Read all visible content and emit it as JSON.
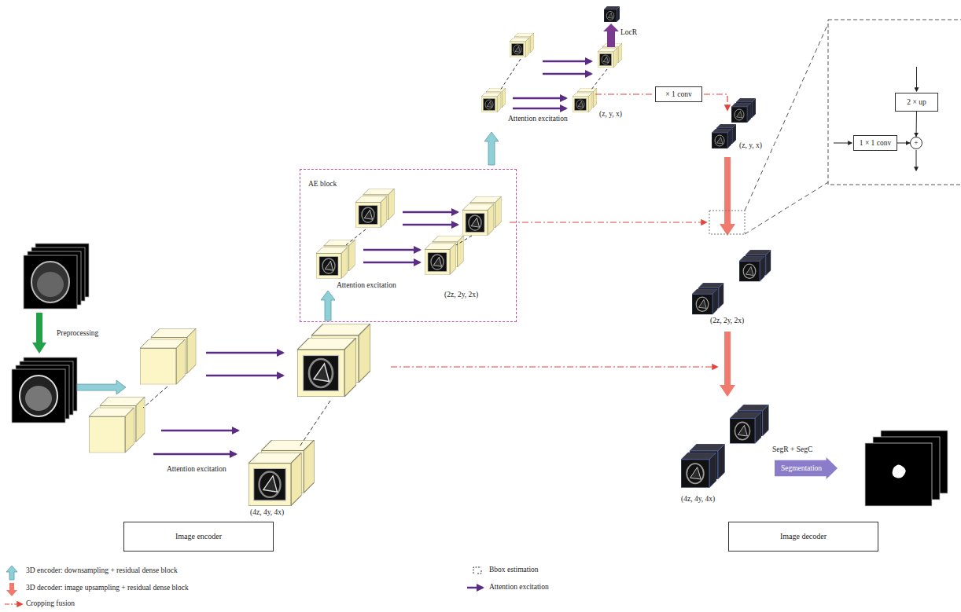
{
  "diagram": {
    "nodes": [
      {
        "text": [
          "AE block",
          "Attention excitation",
          "(2z, 2y, 2x)"
        ]
      },
      {
        "text": [
          "× 1 conv"
        ]
      },
      {
        "text": [
          "2 × up"
        ]
      },
      {
        "text": [
          "1 × 1 conv"
        ]
      },
      {
        "text": [
          "+"
        ]
      },
      {
        "text": [
          "Segmentation"
        ]
      },
      {
        "text": [
          "Image encoder"
        ]
      },
      {
        "text": [
          "Image decoder"
        ]
      }
    ],
    "edges": [
      {
        "from": 2,
        "to": 4,
        "arrow": "to"
      },
      {
        "from": 3,
        "to": 4,
        "arrow": "to"
      }
    ],
    "labels": [
      "Preprocessing",
      "Attention excitation",
      "(4z, 4y, 4x)",
      "Attention excitation",
      "(z, y, x)",
      "LocR",
      "(z, y, x)",
      "(2z, 2y, 2x)",
      "(4z, 4y, 4x)",
      "SegR + SegC"
    ],
    "legend": [
      {
        "text": "3D encoder: downsampling + residual dense block"
      },
      {
        "text": "3D decoder: image upsampling + residual dense block"
      },
      {
        "text": "Cropping fusion"
      },
      {
        "text": "Bbox estimation"
      },
      {
        "text": "Attention excitation"
      }
    ]
  }
}
